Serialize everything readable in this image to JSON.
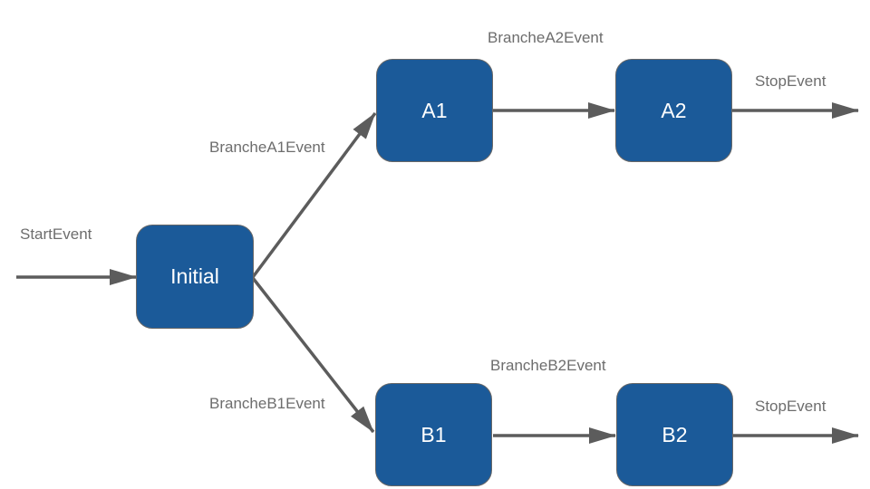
{
  "colors": {
    "background": "#ffffff",
    "node_fill": "#1b5a99",
    "node_border": "#676767",
    "node_text": "#ffffff",
    "arrow": "#5c5c5c",
    "label_text": "#6d6d6d"
  },
  "nodes": {
    "initial": {
      "label": "Initial"
    },
    "a1": {
      "label": "A1"
    },
    "a2": {
      "label": "A2"
    },
    "b1": {
      "label": "B1"
    },
    "b2": {
      "label": "B2"
    }
  },
  "edges": {
    "start": {
      "label": "StartEvent",
      "from": "",
      "to": "Initial"
    },
    "branche_a1": {
      "label": "BrancheA1Event",
      "from": "Initial",
      "to": "A1"
    },
    "branche_a2": {
      "label": "BrancheA2Event",
      "from": "A1",
      "to": "A2"
    },
    "stop_a": {
      "label": "StopEvent",
      "from": "A2",
      "to": ""
    },
    "branche_b1": {
      "label": "BrancheB1Event",
      "from": "Initial",
      "to": "B1"
    },
    "branche_b2": {
      "label": "BrancheB2Event",
      "from": "B1",
      "to": "B2"
    },
    "stop_b": {
      "label": "StopEvent",
      "from": "B2",
      "to": ""
    }
  }
}
